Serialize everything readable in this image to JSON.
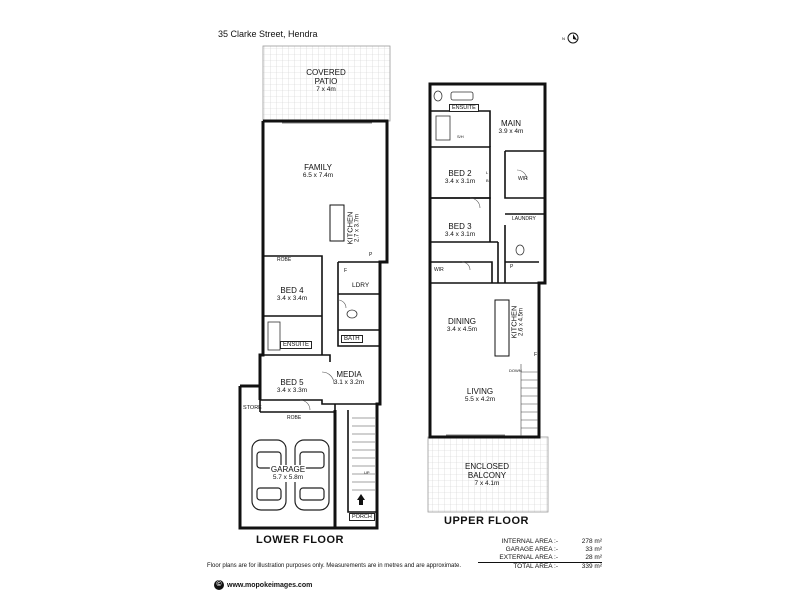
{
  "address": "35 Clarke Street, Hendra",
  "lower_floor": {
    "title": "LOWER FLOOR",
    "rooms": {
      "covered_patio": {
        "name": "COVERED\nPATIO",
        "size": "7 x 4m"
      },
      "family": {
        "name": "FAMILY",
        "size": "6.5 x 7.4m"
      },
      "kitchen": {
        "name": "KITCHEN",
        "size": "2.7 x 3.7m"
      },
      "bed4": {
        "name": "BED 4",
        "size": "3.4 x 3.4m"
      },
      "bed5": {
        "name": "BED 5",
        "size": "3.4 x 3.3m"
      },
      "media": {
        "name": "MEDIA",
        "size": "3.1 x 3.2m"
      },
      "garage": {
        "name": "GARAGE",
        "size": "5.7 x 5.8m"
      }
    },
    "small_labels": {
      "robe_top": "ROBE",
      "robe_bottom": "ROBE",
      "ldry": "LDRY",
      "ensuite": "ENSUITE",
      "bath": "BATH",
      "store": "STORE",
      "porch": "PORCH",
      "f": "F",
      "p": "P",
      "up": "UP"
    }
  },
  "upper_floor": {
    "title": "UPPER FLOOR",
    "rooms": {
      "main": {
        "name": "MAIN",
        "size": "3.9 x 4m"
      },
      "bed2": {
        "name": "BED 2",
        "size": "3.4 x 3.1m"
      },
      "bed3": {
        "name": "BED 3",
        "size": "3.4 x 3.1m"
      },
      "dining": {
        "name": "DINING",
        "size": "3.4 x 4.5m"
      },
      "kitchen": {
        "name": "KITCHEN",
        "size": "2.6 x 4.5m"
      },
      "living": {
        "name": "LIVING",
        "size": "5.5 x 4.2m"
      },
      "enclosed_balcony": {
        "name": "ENCLOSED\nBALCONY",
        "size": "7 x 4.1m"
      }
    },
    "small_labels": {
      "ensuite": "ENSUITE",
      "wir_main": "WIR",
      "wir_bed3": "WIR",
      "laundry": "LAUNDRY",
      "sh": "S/H",
      "down": "DOWN",
      "f": "F",
      "p": "P",
      "ldb": "L",
      "ldb2": "B"
    }
  },
  "areas": [
    {
      "label": "INTERNAL AREA :-",
      "value": "278 m²"
    },
    {
      "label": "GARAGE AREA :-",
      "value": "33 m²"
    },
    {
      "label": "EXTERNAL AREA :-",
      "value": "28 m²"
    },
    {
      "label": "TOTAL AREA :-",
      "value": "339 m²"
    }
  ],
  "disclaimer": "Floor plans are for illustration purposes only. Measurements are in metres and are approximate.",
  "website": "www.mopokeimages.com",
  "icons": {
    "compass": "north-arrow-icon",
    "logo": "copyright-icon"
  }
}
